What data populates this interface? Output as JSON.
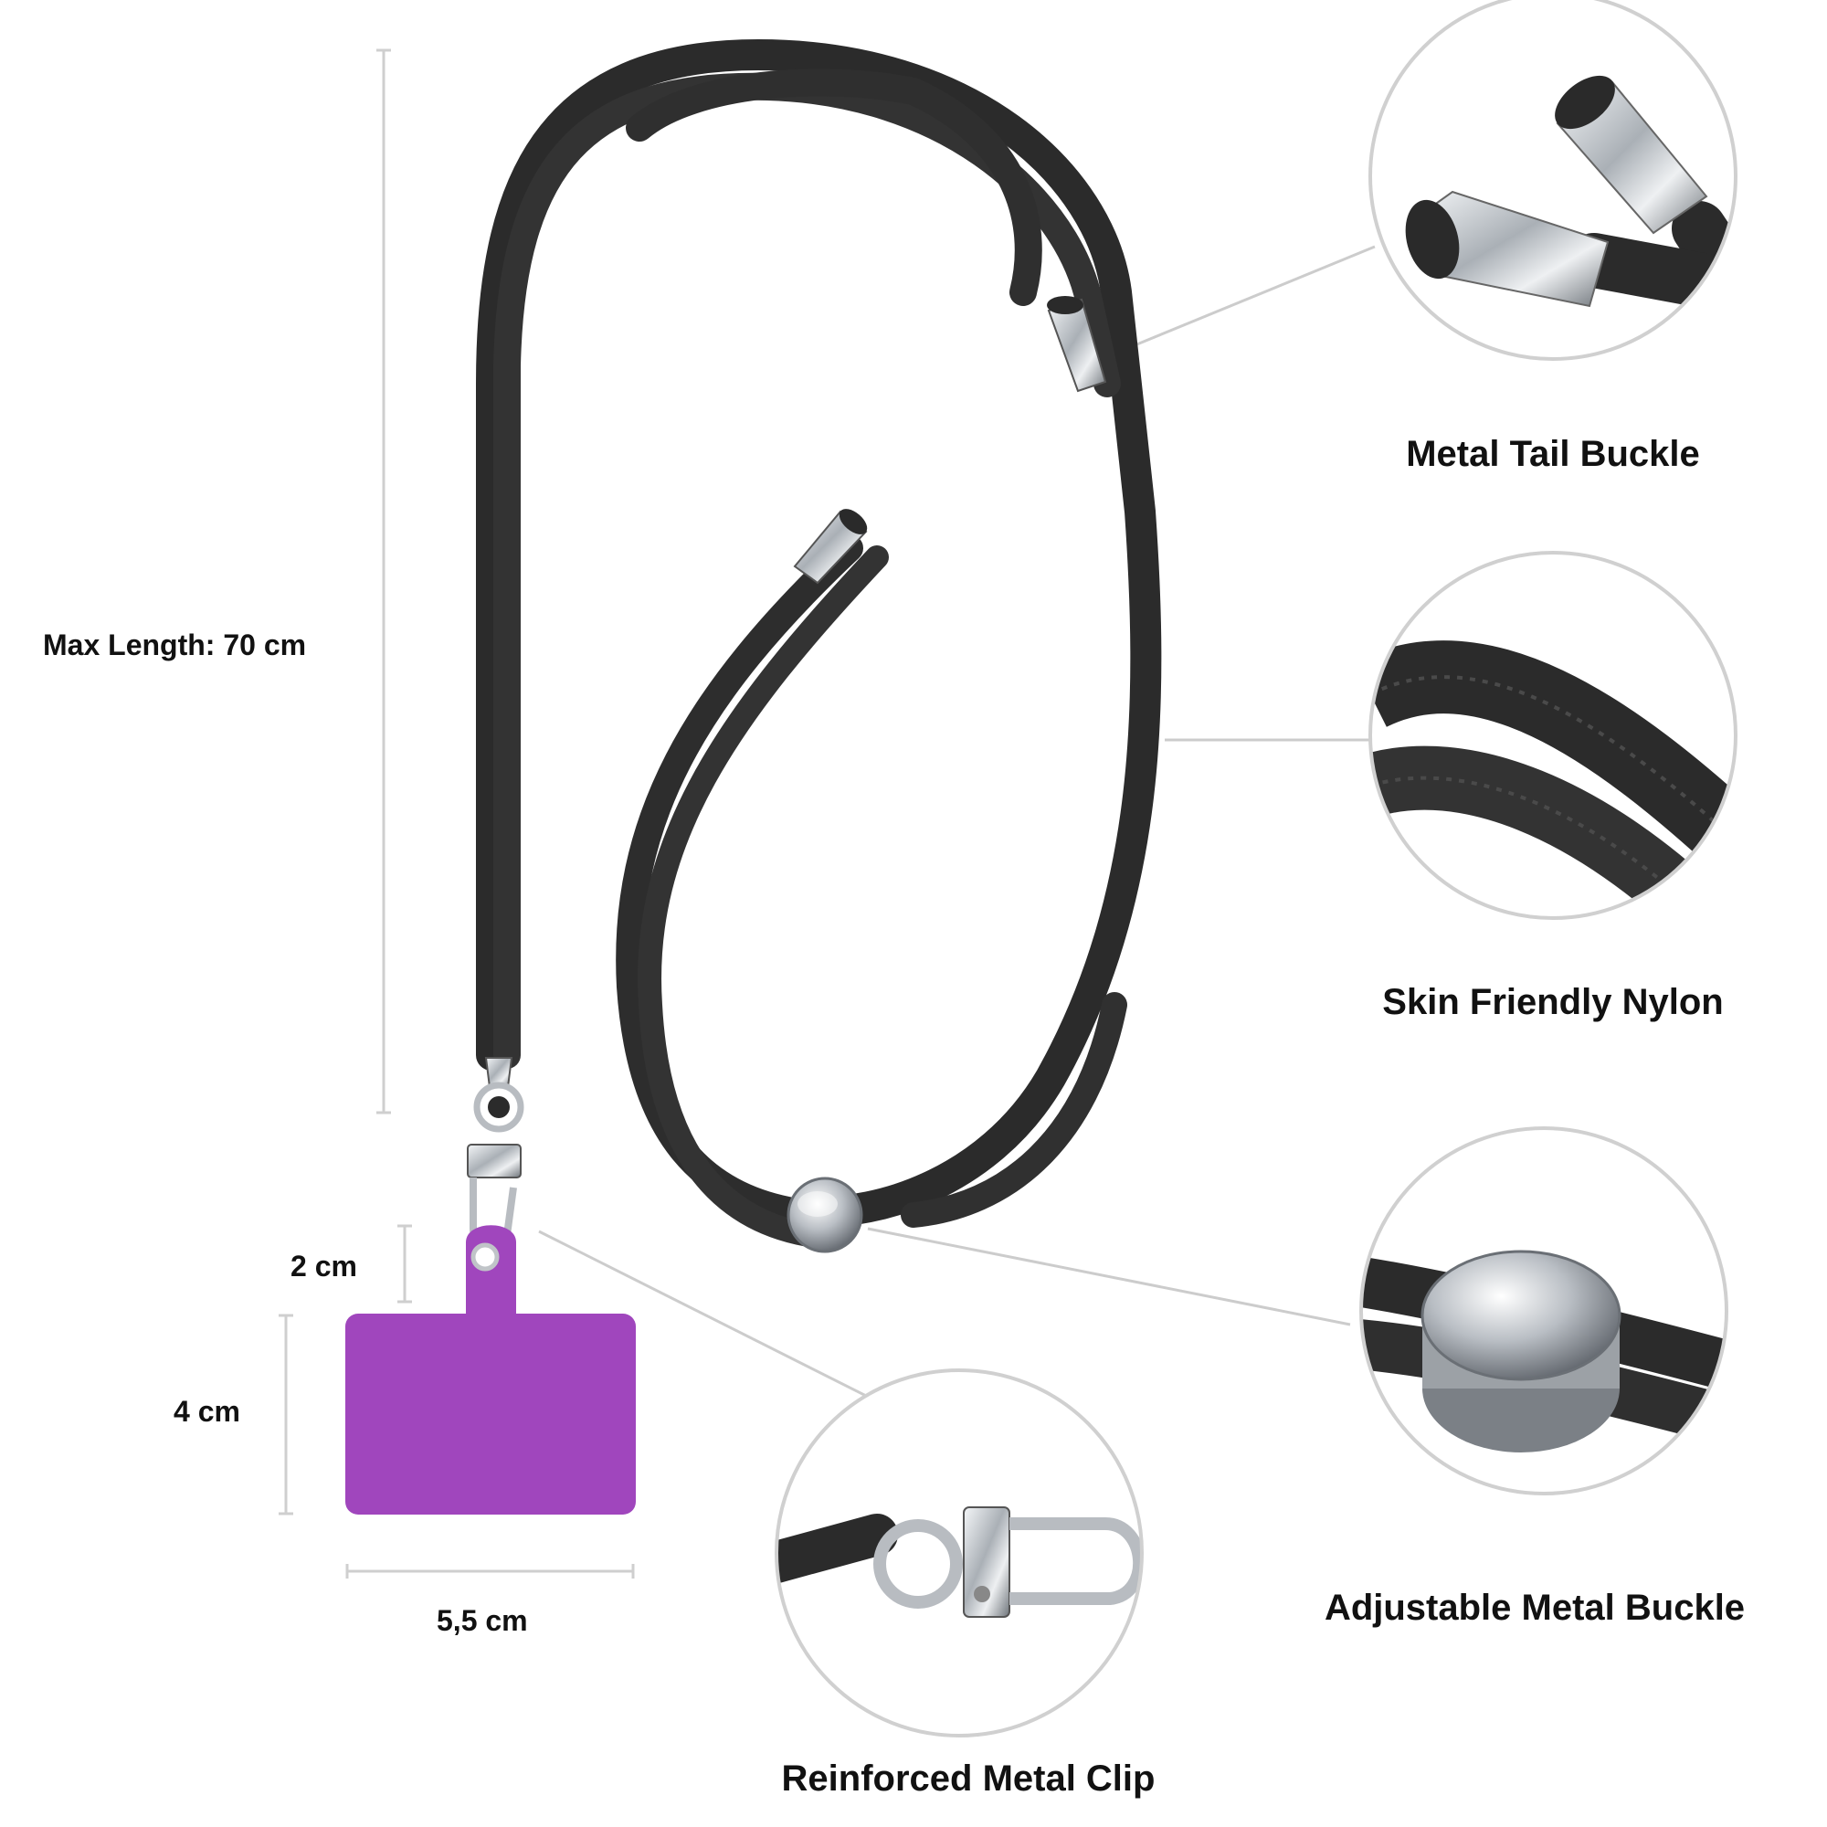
{
  "dimensions": {
    "max_length": "Max Length: 70 cm",
    "tab_neck": "2 cm",
    "tab_height": "4 cm",
    "tab_width": "5,5 cm"
  },
  "features": {
    "tail_buckle": "Metal Tail Buckle",
    "nylon": "Skin Friendly Nylon",
    "adjustable_buckle": "Adjustable Metal Buckle",
    "metal_clip": "Reinforced Metal Clip"
  },
  "colors": {
    "cord": "#2d2d2d",
    "tab": "#a046bd",
    "metal": "#c8ccd0",
    "callout_ring": "#d0d0d0"
  }
}
